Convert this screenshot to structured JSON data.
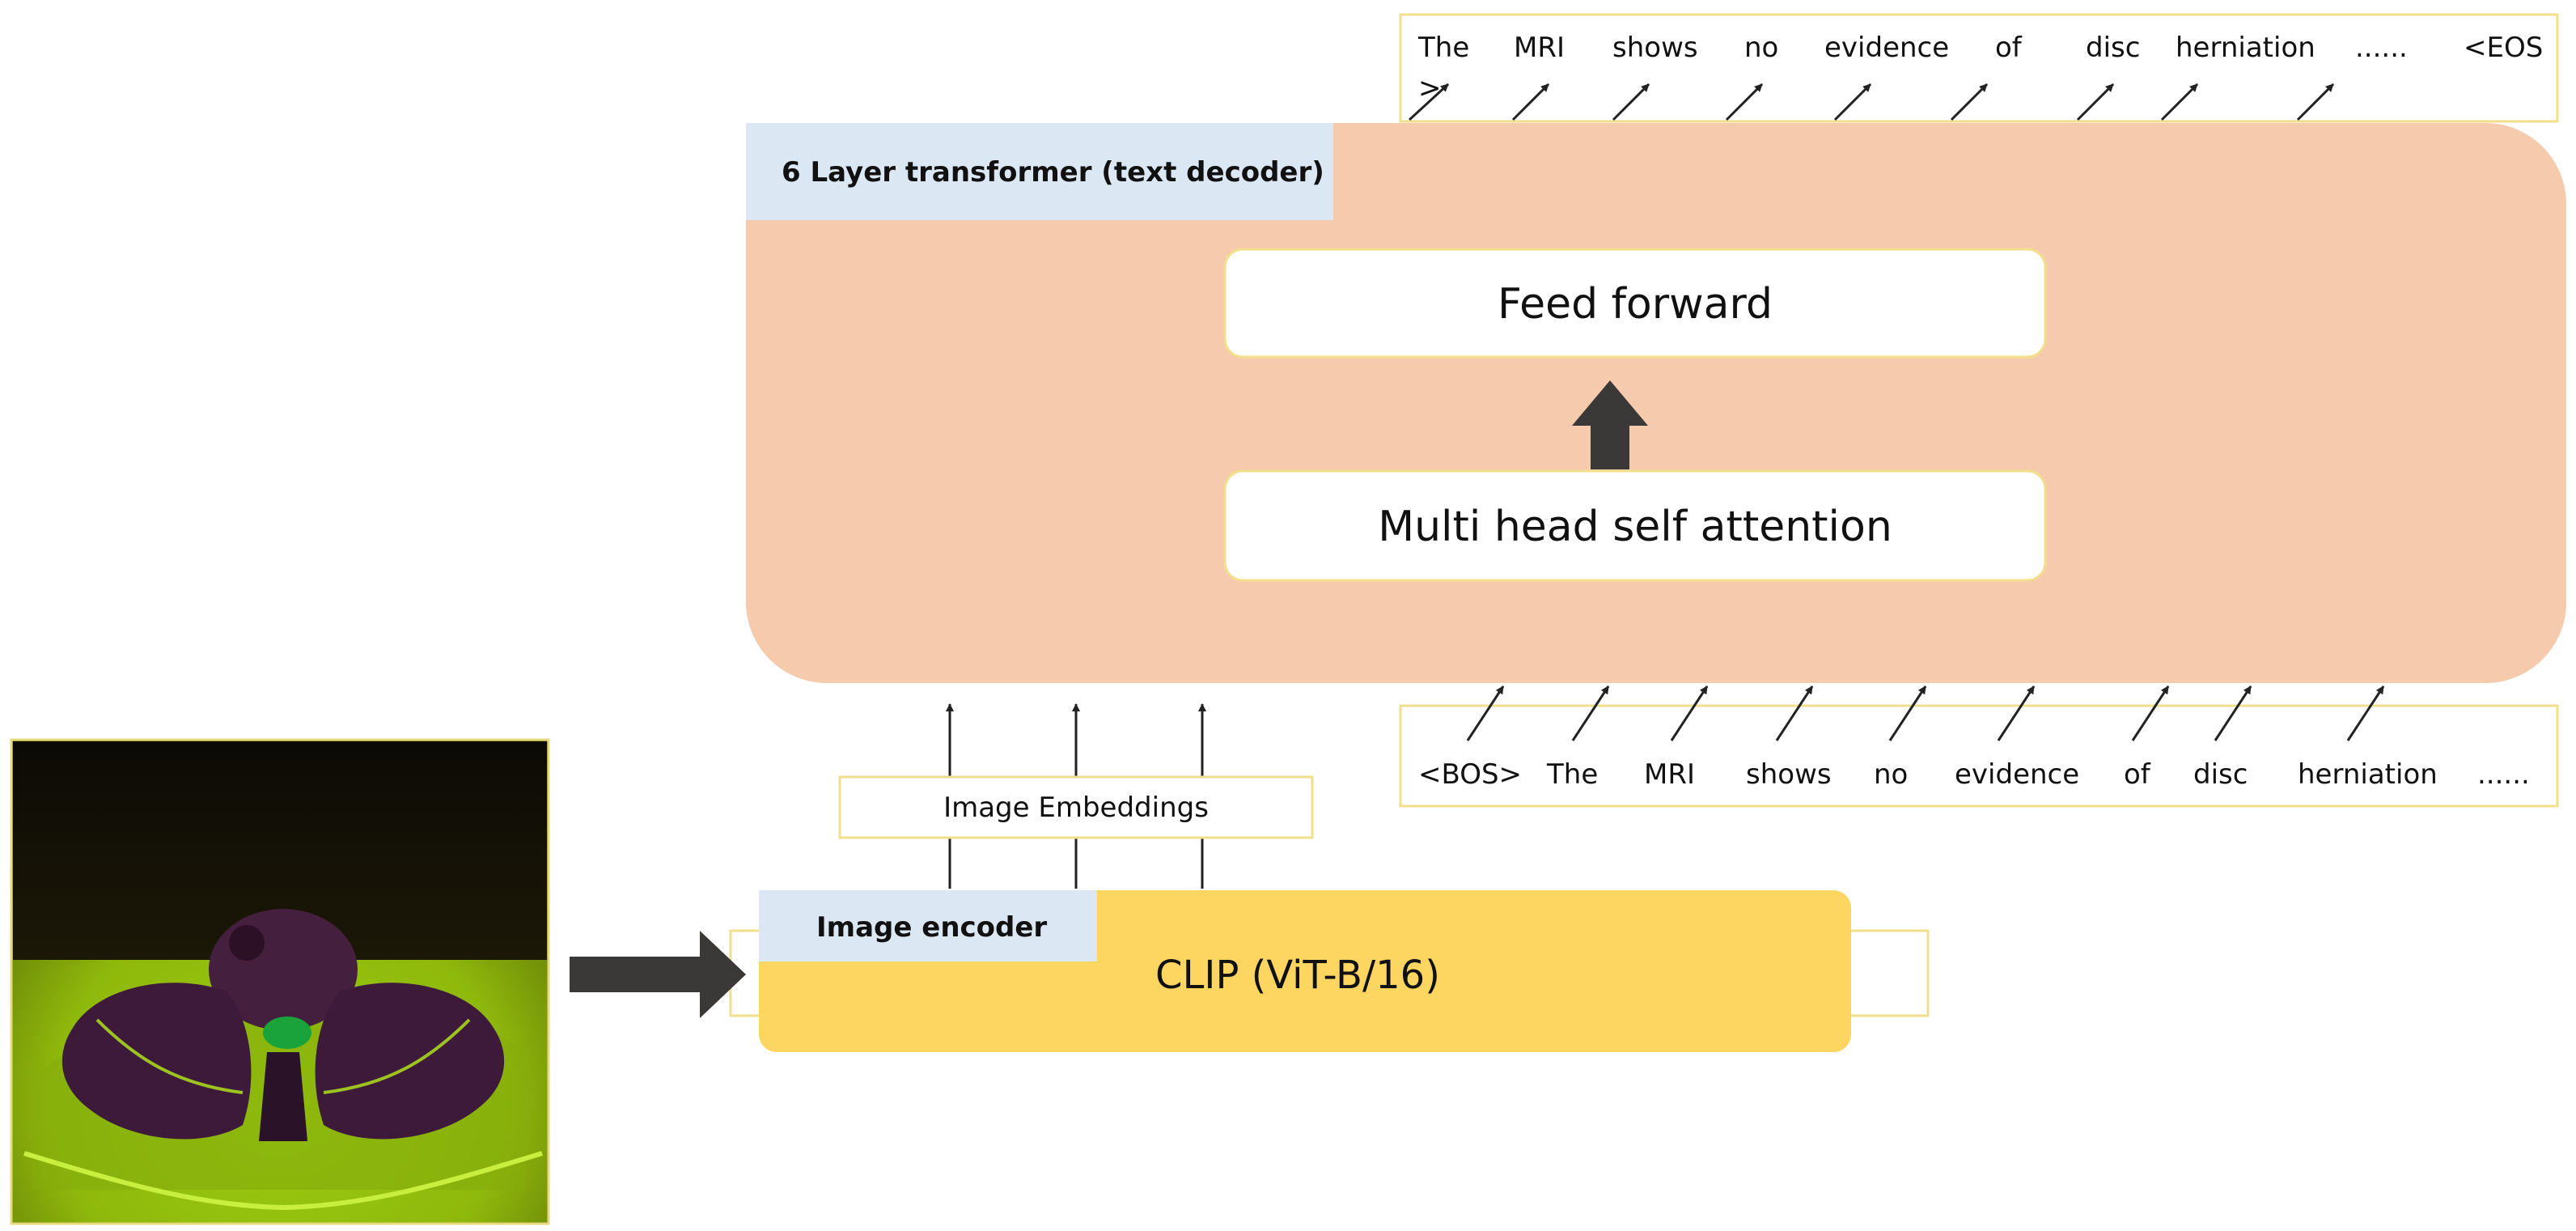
{
  "decoder": {
    "label": "6 Layer transformer (text decoder)",
    "feed_forward": "Feed forward",
    "attention": "Multi head self attention"
  },
  "encoder": {
    "label": "Image encoder",
    "model": "CLIP (ViT-B/16)"
  },
  "embeddings_label": "Image Embeddings",
  "output_tokens": [
    "The",
    "MRI",
    "shows",
    "no",
    "evidence",
    "of",
    "disc",
    "herniation",
    "......",
    "<EOS",
    ">"
  ],
  "input_tokens": [
    "<BOS>",
    "The",
    "MRI",
    "shows",
    "no",
    "evidence",
    "of",
    "disc",
    "herniation",
    "......"
  ],
  "colors": {
    "decoder_fill": "#f6cbad",
    "label_fill": "#dbe7f3",
    "encoder_fill": "#fcd660",
    "box_border": "#f2df8c",
    "arrow": "#222222",
    "big_arrow": "#3b3838"
  },
  "image": {
    "alt": "axial lumbar spine MRI slice"
  }
}
